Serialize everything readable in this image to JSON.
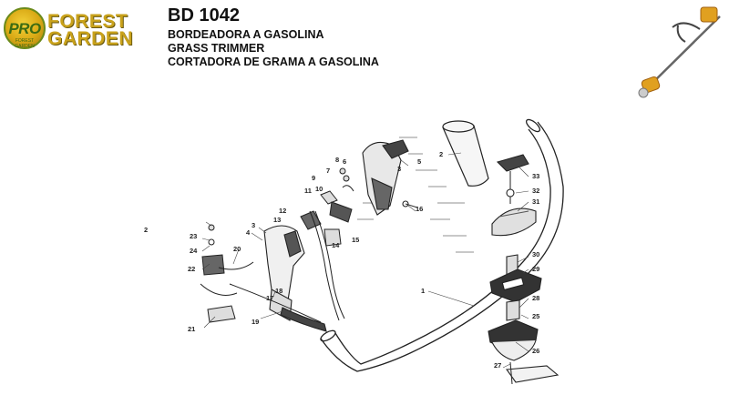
{
  "logo": {
    "badge": "PRO",
    "badge_sub": "FOREST GARDEN",
    "line1": "FOREST",
    "line2": "GARDEN"
  },
  "header": {
    "model": "BD 1042",
    "title_pt": "BORDEADORA A GASOLINA",
    "title_en": "GRASS TRIMMER",
    "title_br": "CORTADORA DE GRAMA A GASOLINA"
  },
  "parts": {
    "p1": "1",
    "p2": "2",
    "p2b": "2",
    "p3": "3",
    "p3b": "3",
    "p4": "4",
    "p5": "5",
    "p6": "6",
    "p7": "7",
    "p8": "8",
    "p9": "9",
    "p10": "10",
    "p11": "11",
    "p12": "12",
    "p13": "13",
    "p14": "14",
    "p15": "15",
    "p16": "16",
    "p17": "17",
    "p18": "18",
    "p19": "19",
    "p20": "20",
    "p21": "21",
    "p22": "22",
    "p23": "23",
    "p24": "24",
    "p25": "25",
    "p26": "26",
    "p27": "27",
    "p28": "28",
    "p29": "29",
    "p30": "30",
    "p31": "31",
    "p32": "32",
    "p33": "33"
  }
}
